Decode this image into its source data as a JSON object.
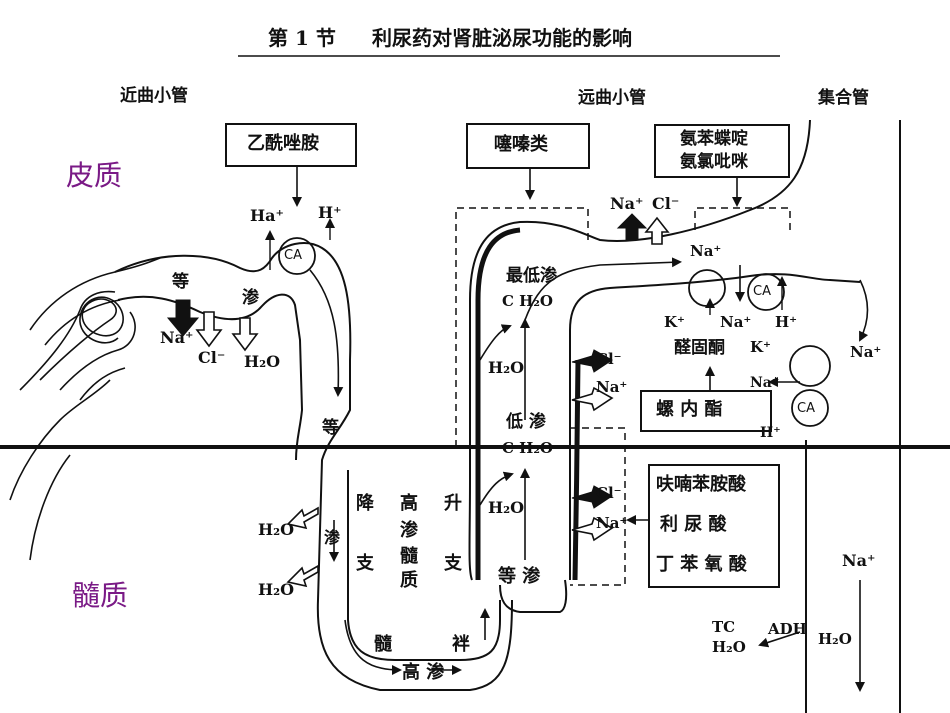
{
  "header": {
    "section": "第 1 节",
    "title": "利尿药对肾脏泌尿功能的影响"
  },
  "regions": {
    "cortex": "皮质",
    "medulla": "髓质"
  },
  "segments": {
    "proximal_tubule": "近曲小管",
    "distal_tubule": "远曲小管",
    "collecting_duct": "集合管"
  },
  "drugs": {
    "acetazolamide": "乙酰唑胺",
    "thiazides": "噻嗪类",
    "triamterene_line1": "氨苯蝶啶",
    "triamterene_line2": "氨氯吡咪",
    "spironolactone": "螺 内 酯",
    "loop_line1": "呋喃苯胺酸",
    "loop_line2": "利 尿 酸",
    "loop_line3": "丁 苯 氧 酸"
  },
  "labels": {
    "ha": "Ha⁺",
    "h": "H⁺",
    "ca": "CA",
    "iso": "等",
    "osm": "渗",
    "na": "Na⁺",
    "cl": "Cl⁻",
    "h2o": "H₂O",
    "min_osm": "最低渗",
    "ch2o": "C H₂O",
    "low_osm": "低 渗",
    "aldosterone": "醛固酮",
    "k": "K⁺",
    "desc_a": "降",
    "desc_b": "支",
    "high_osm_a": "高",
    "high_osm_b": "渗",
    "high_osm_c": "髓",
    "high_osm_d": "质",
    "asc_a": "升",
    "asc_b": "支",
    "medullary": "髓",
    "loop": "袢",
    "high_osm_bottom": "高 渗",
    "iso_osm": "等 渗",
    "tc": "TC",
    "adh": "ADH"
  },
  "colors": {
    "ink": "#111111",
    "region_label": "#7a1a86"
  }
}
